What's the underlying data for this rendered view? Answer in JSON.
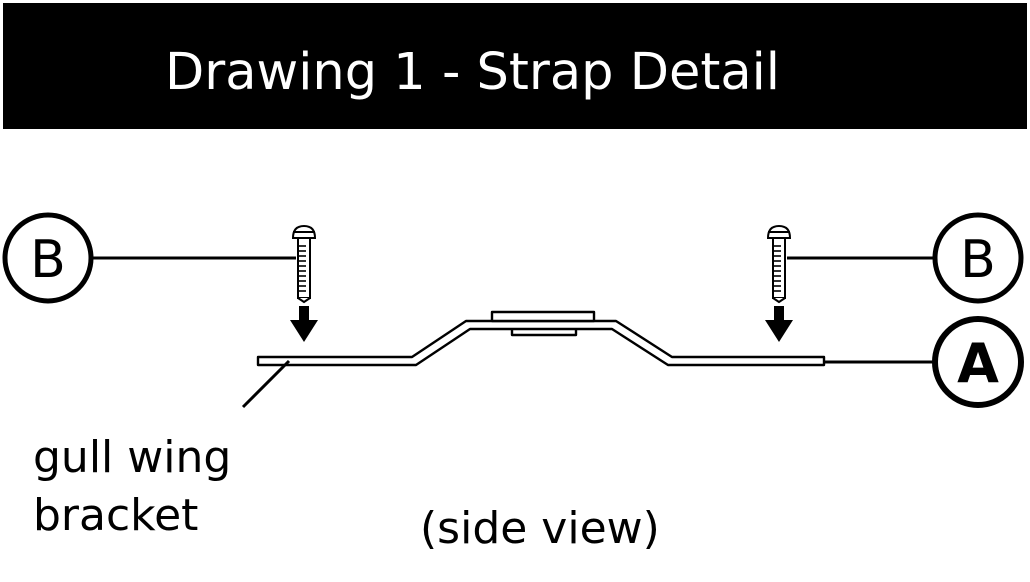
{
  "header": {
    "title": "Drawing 1 - Strap Detail",
    "bg_color": "#000000",
    "text_color": "#ffffff"
  },
  "callouts": {
    "left_b": "B",
    "right_b": "B",
    "a": "A"
  },
  "labels": {
    "bracket_line1": "gull wing",
    "bracket_line2": "bracket",
    "view": "(side view)"
  }
}
